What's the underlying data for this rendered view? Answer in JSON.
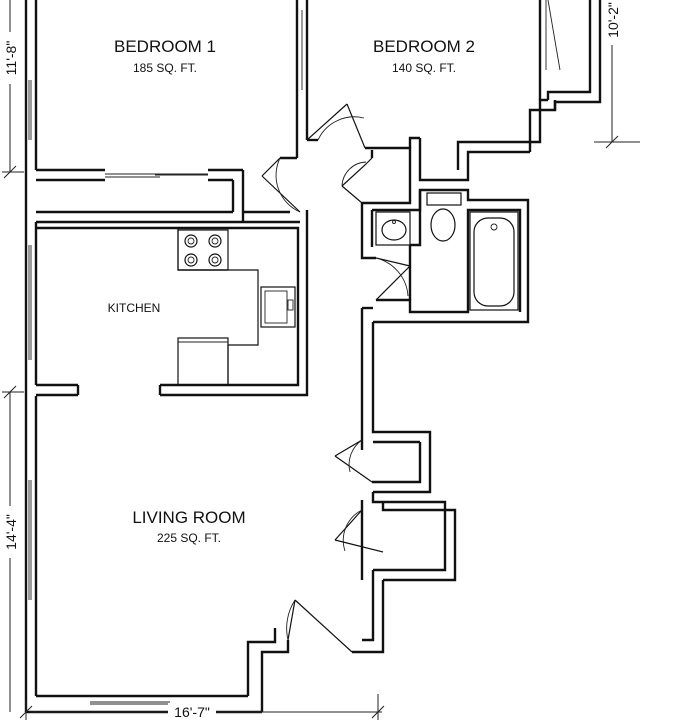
{
  "rooms": {
    "bedroom1": {
      "name": "BEDROOM 1",
      "area": "185 SQ. FT."
    },
    "bedroom2": {
      "name": "BEDROOM 2",
      "area": "140 SQ. FT."
    },
    "kitchen": {
      "name": "KITCHEN"
    },
    "living": {
      "name": "LIVING ROOM",
      "area": "225 SQ. FT."
    }
  },
  "dimensions": {
    "left_top": "11'-8\"",
    "left_bottom": "14'-4\"",
    "bottom_width": "16'-7\"",
    "right_top": "10'-2\""
  }
}
